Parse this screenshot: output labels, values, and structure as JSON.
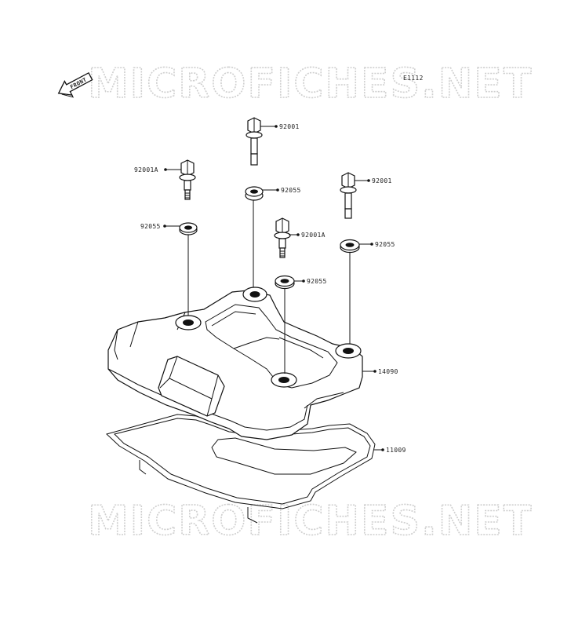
{
  "watermark": "MICROFICHES.NET",
  "diagram_code": "E1112",
  "front_label": "FRONT",
  "parts": {
    "bolt_top_center": "92001",
    "bolt_right": "92001",
    "bolt_left": "92001A",
    "bolt_center": "92001A",
    "washer_top_center": "92055",
    "washer_left": "92055",
    "washer_right": "92055",
    "washer_center": "92055",
    "cylinder_head_cover": "14090",
    "gasket": "11009"
  }
}
